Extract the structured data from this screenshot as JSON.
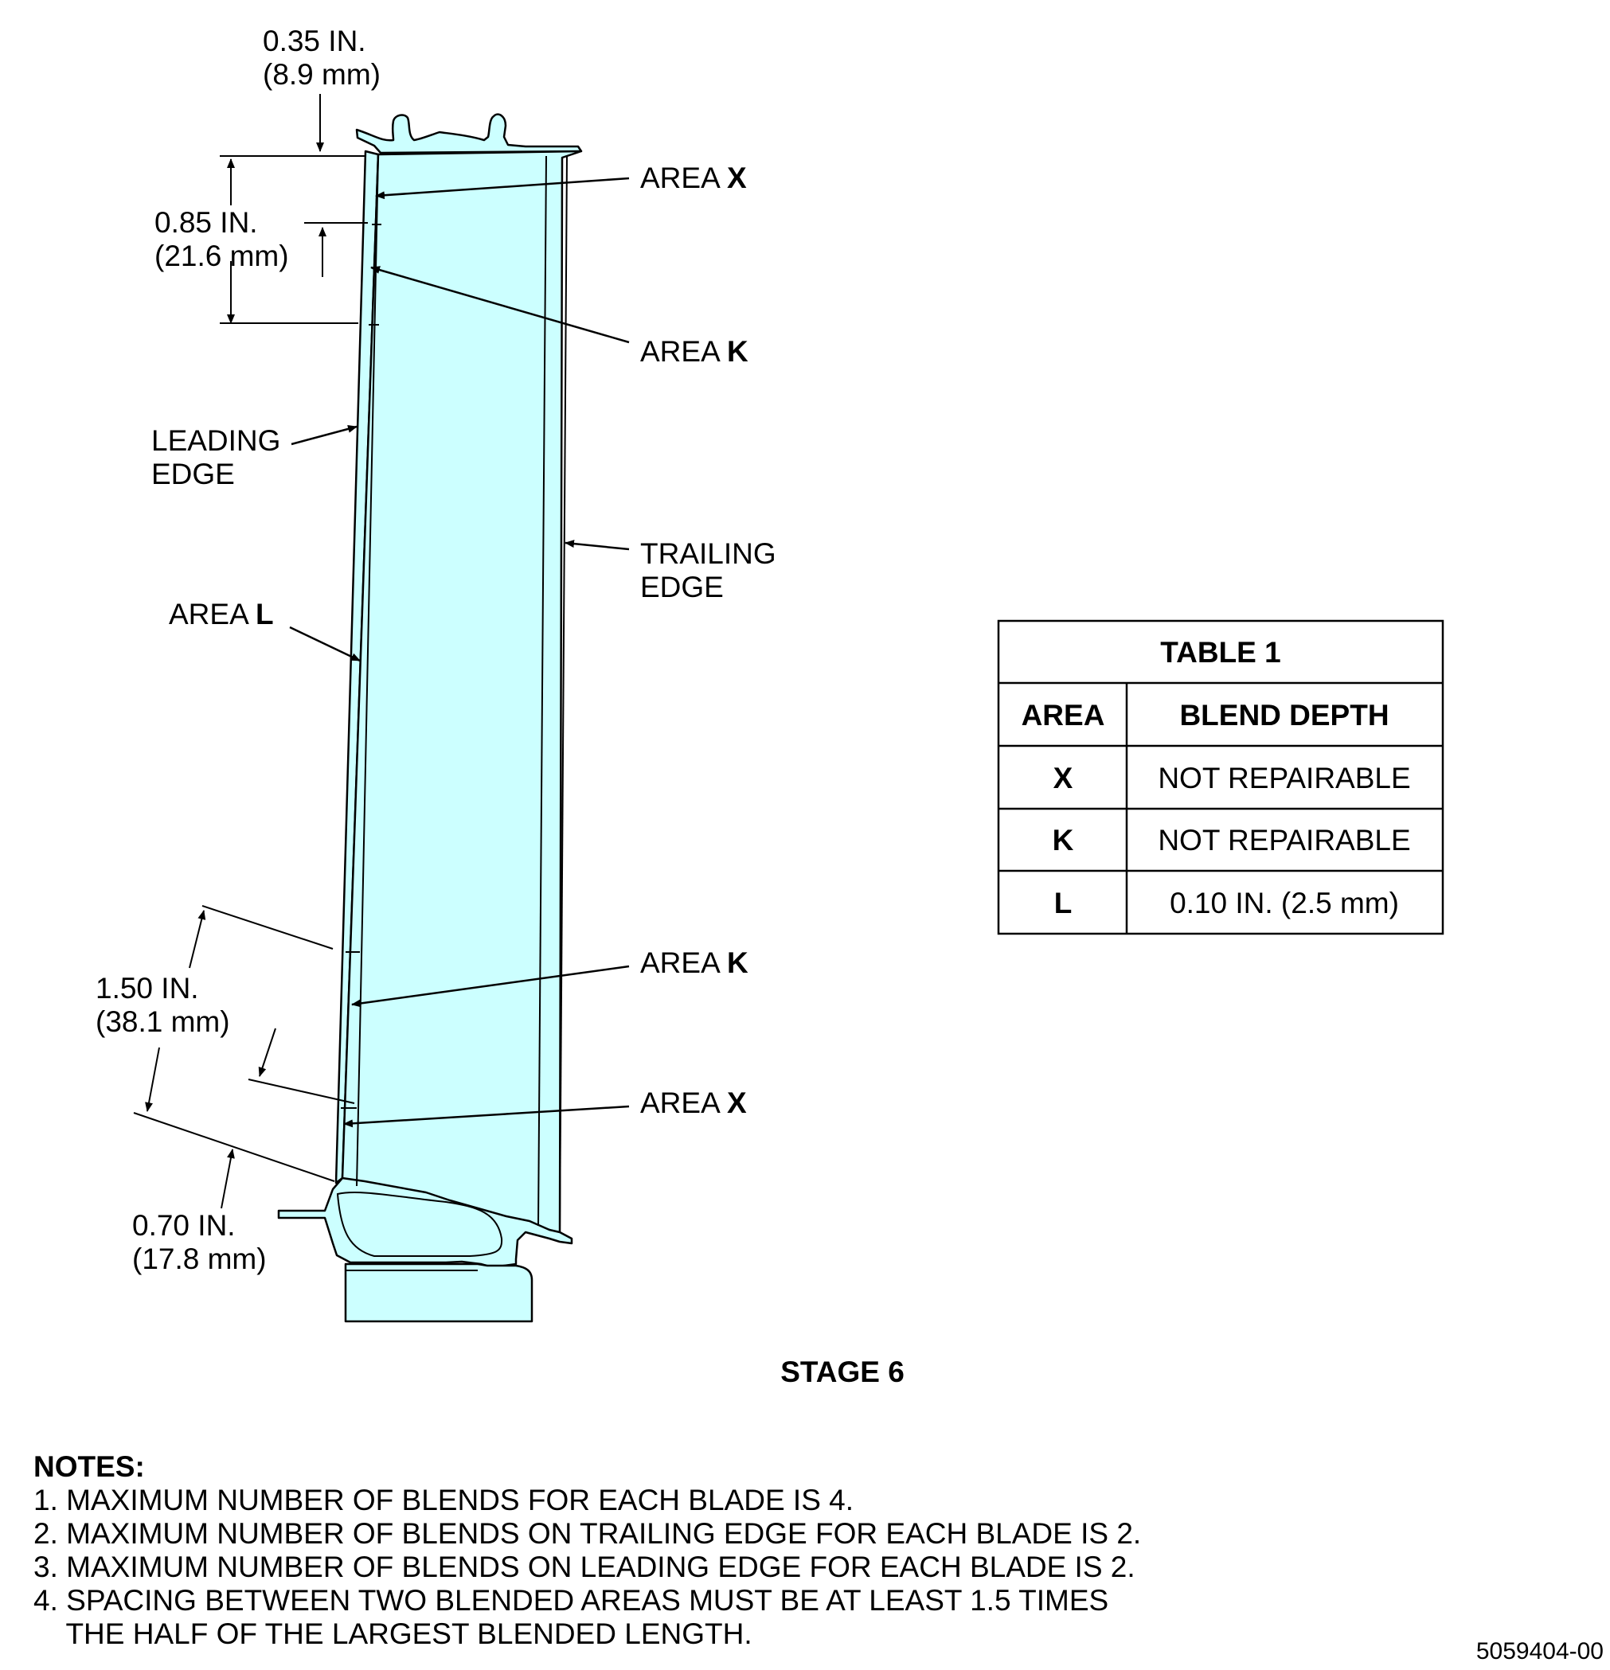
{
  "callouts": {
    "dim_top_in": "0.35 IN.",
    "dim_top_mm": "(8.9 mm)",
    "dim_upper_in": "0.85 IN.",
    "dim_upper_mm": "(21.6 mm)",
    "dim_lower_in": "1.50 IN.",
    "dim_lower_mm": "(38.1 mm)",
    "dim_root_in": "0.70 IN.",
    "dim_root_mm": "(17.8 mm)",
    "leading_edge_1": "LEADING",
    "leading_edge_2": "EDGE",
    "trailing_edge_1": "TRAILING",
    "trailing_edge_2": "EDGE",
    "area_word": "AREA",
    "area_x": "X",
    "area_k": "K",
    "area_l": "L"
  },
  "stage_label": "STAGE 6",
  "table": {
    "title": "TABLE 1",
    "headers": [
      "AREA",
      "BLEND DEPTH"
    ],
    "rows": [
      [
        "X",
        "NOT REPAIRABLE"
      ],
      [
        "K",
        "NOT REPAIRABLE"
      ],
      [
        "L",
        "0.10 IN. (2.5 mm)"
      ]
    ]
  },
  "notes": {
    "title": "NOTES:",
    "items": [
      "1. MAXIMUM NUMBER OF BLENDS FOR EACH BLADE IS 4.",
      "2. MAXIMUM NUMBER OF BLENDS ON TRAILING EDGE FOR EACH BLADE IS 2.",
      "3. MAXIMUM NUMBER OF BLENDS ON LEADING EDGE FOR EACH BLADE IS 2.",
      "4. SPACING BETWEEN TWO BLENDED AREAS MUST BE AT LEAST 1.5 TIMES",
      "    THE HALF OF THE LARGEST BLENDED LENGTH."
    ]
  },
  "doc_id": "5059404-00",
  "colors": {
    "blade_fill": "#ccffff",
    "line": "#000000"
  }
}
